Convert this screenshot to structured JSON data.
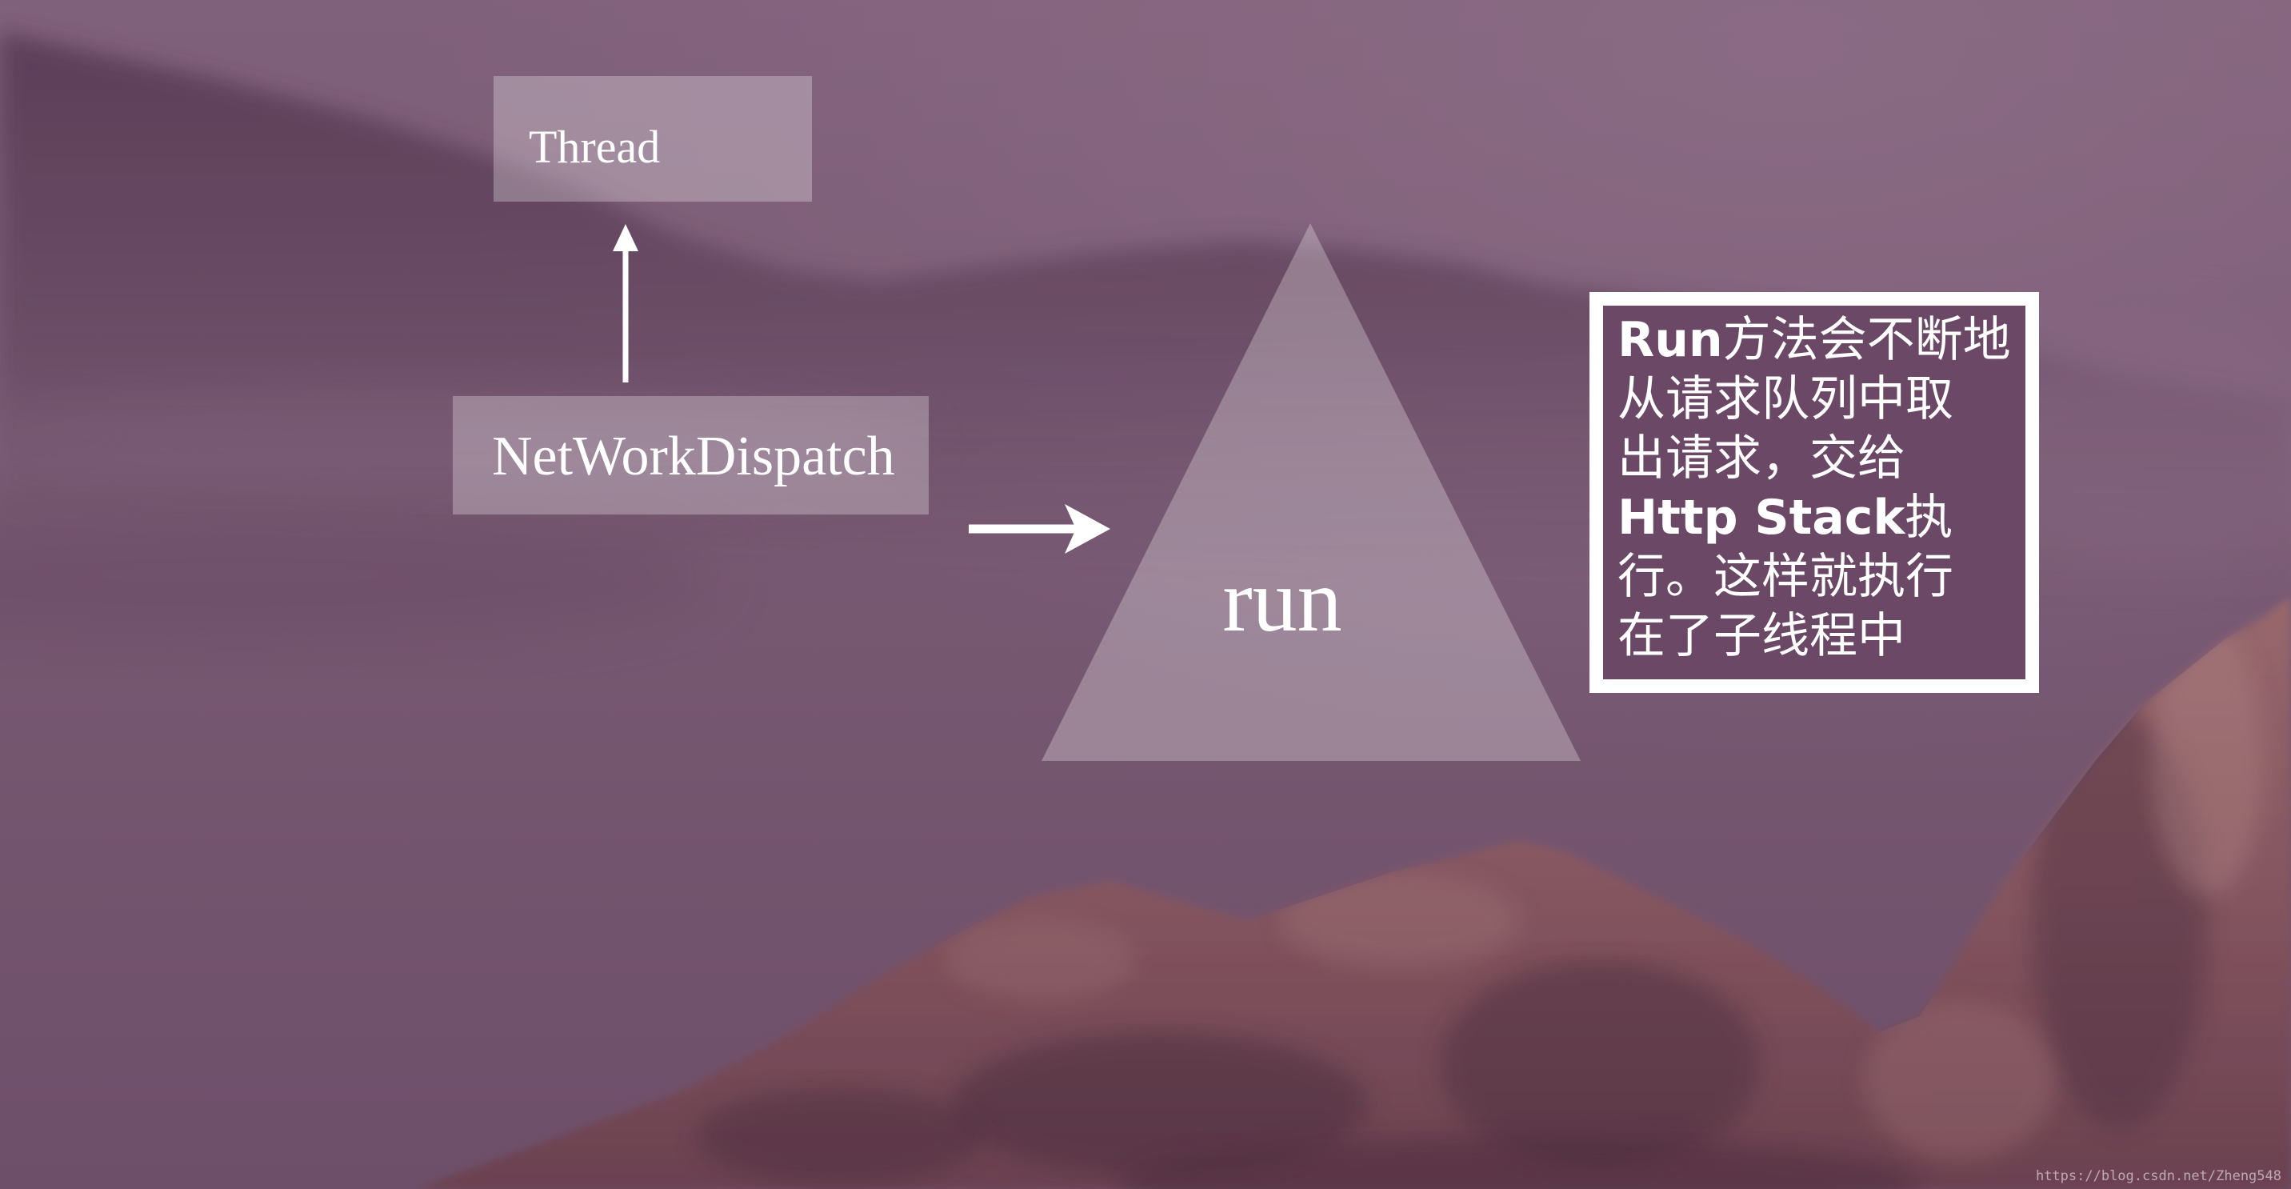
{
  "slide": {
    "thread_label": "Thread",
    "dispatcher_label": "NetWorkDispatch",
    "run_label": "run",
    "note": {
      "lines": [
        {
          "strong": "Run",
          "text": "方法会不断地"
        },
        {
          "text": "从请求队列中取"
        },
        {
          "text": "出请求，交给"
        },
        {
          "strong": "Http Stack",
          "text": "执"
        },
        {
          "text": "行。这样就执行"
        },
        {
          "text": "在了子线程中"
        }
      ]
    },
    "watermark": "https://blog.csdn.net/Zheng548"
  },
  "connectors": [
    {
      "from": "NetWorkDispatch",
      "to": "Thread",
      "direction": "up"
    },
    {
      "from": "NetWorkDispatch",
      "to": "run",
      "direction": "right"
    }
  ],
  "colors": {
    "background": "#765771",
    "text": "#ffffff",
    "note_background": "#6c4867",
    "note_border": "#ffffff"
  }
}
